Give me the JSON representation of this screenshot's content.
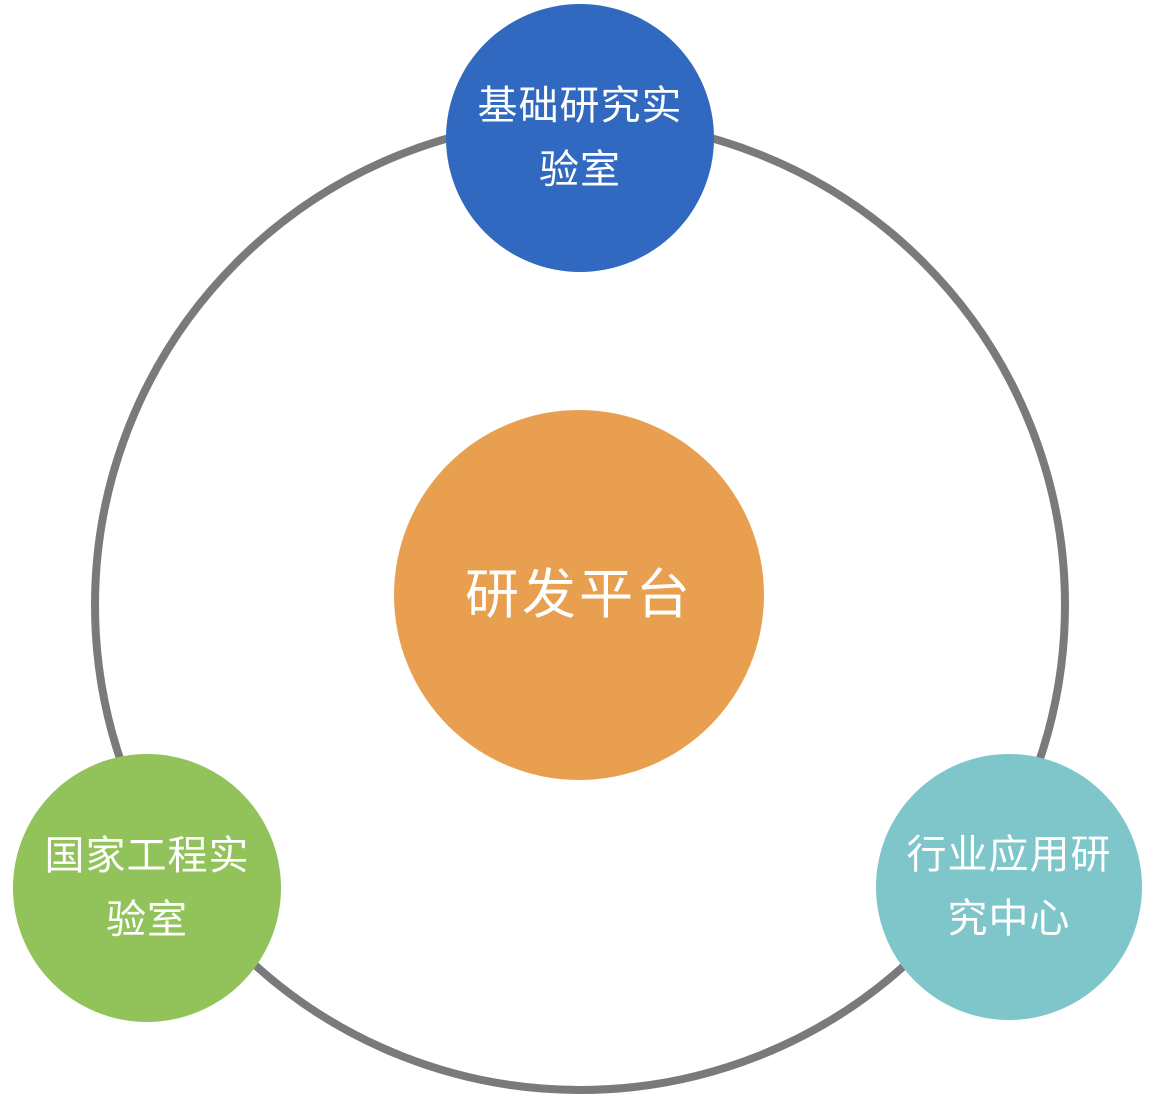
{
  "diagram": {
    "center": {
      "label": "研发平台",
      "color": "#E8A050"
    },
    "top": {
      "label": "基础研究实验室",
      "color": "#3169C0"
    },
    "left": {
      "label": "国家工程实验室",
      "color": "#92C25A"
    },
    "right": {
      "label": "行业应用研究中心",
      "color": "#7EC6CA"
    },
    "ring_color": "#7A7A7A"
  }
}
